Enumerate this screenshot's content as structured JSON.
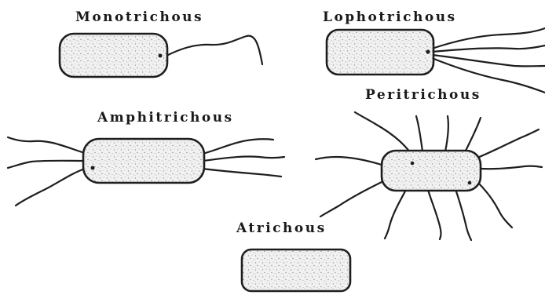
{
  "diagram": {
    "labels": {
      "monotrichous": "Monotrichous",
      "lophotrichous": "Lophotrichous",
      "amphitrichous": "Amphitrichous",
      "peritrichous": "Peritrichous",
      "atrichous": "Atrichous"
    },
    "colors": {
      "ink": "#1e1e1e",
      "cell_fill": "#f1f1f1",
      "stipple": "#9a9a9a",
      "background": "#ffffff"
    }
  }
}
